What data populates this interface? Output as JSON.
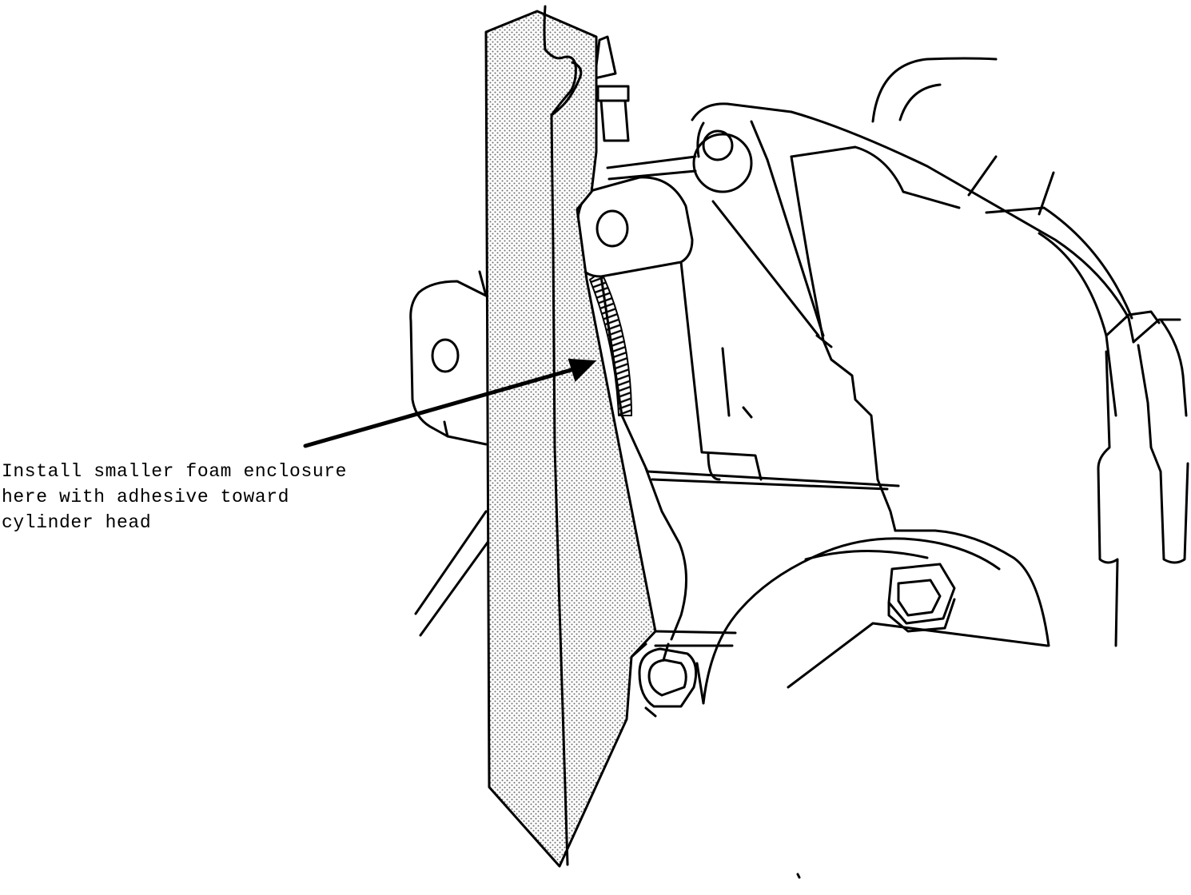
{
  "callout": {
    "lines": [
      "Install smaller foam enclosure",
      "here with adhesive toward",
      "cylinder head"
    ]
  },
  "colors": {
    "ink": "#000000",
    "paper": "#ffffff",
    "foam_stipple": "#8a8a8a"
  }
}
